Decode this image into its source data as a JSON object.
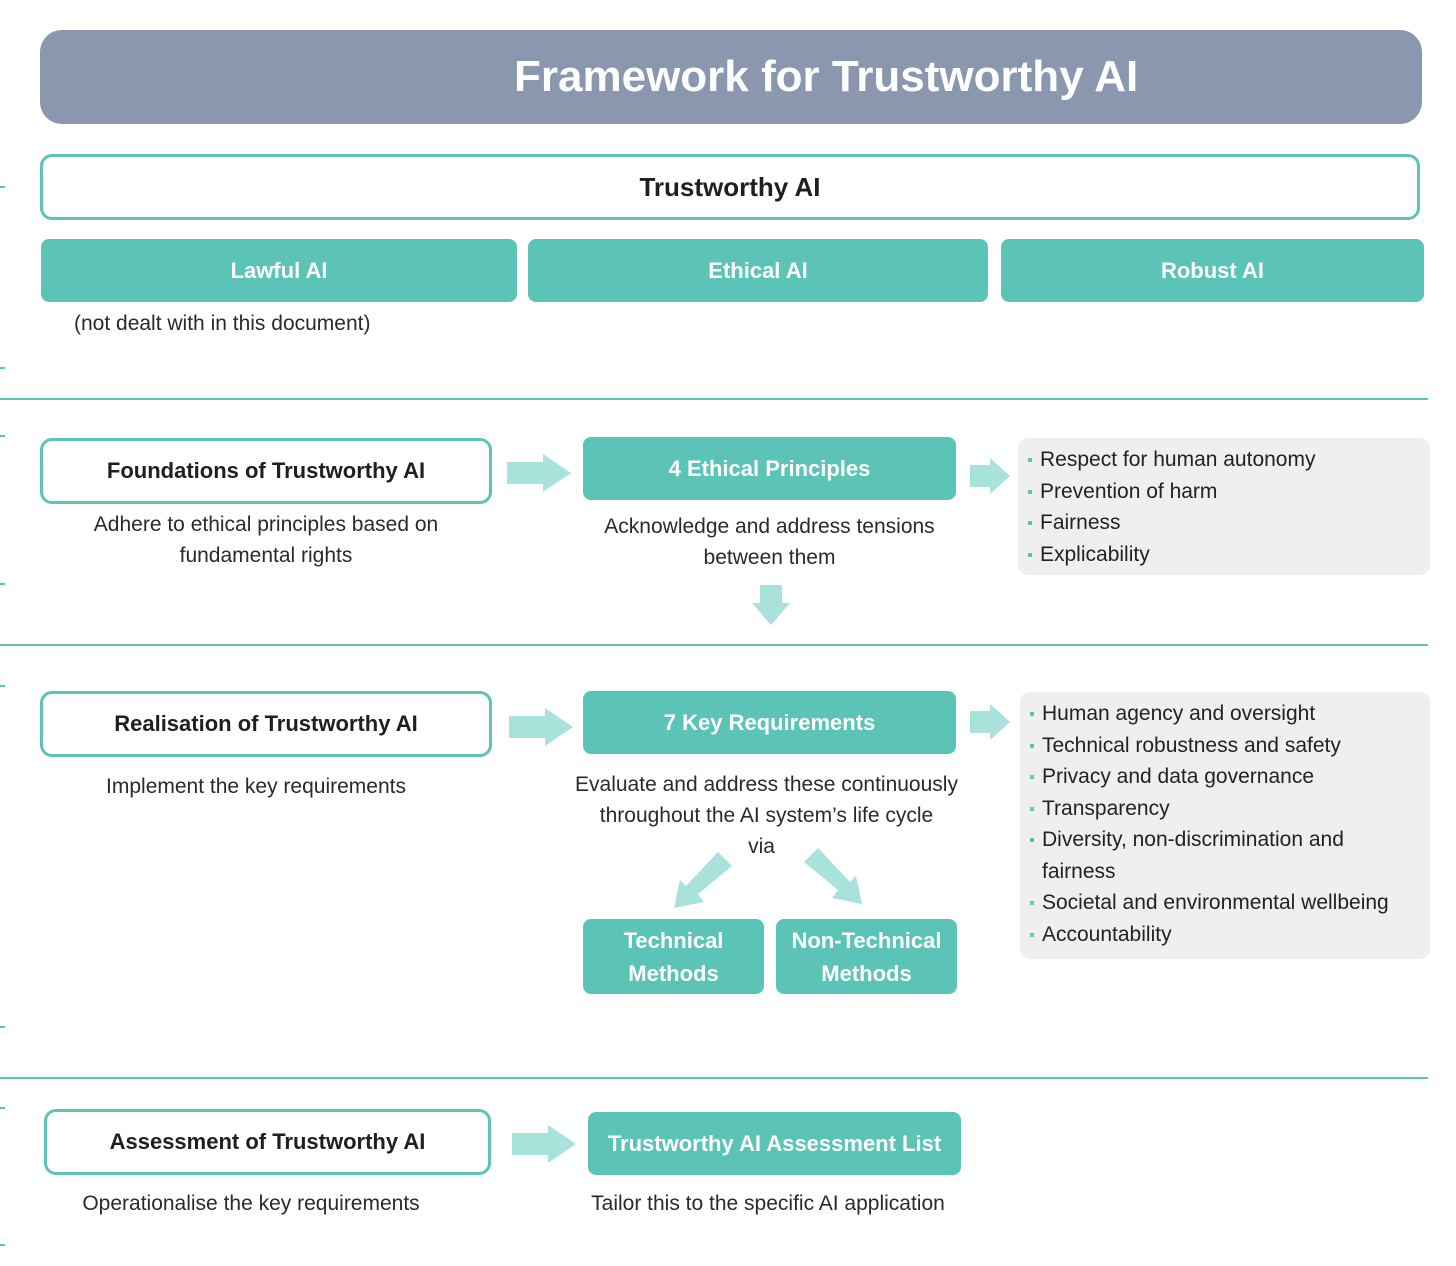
{
  "title": "Framework for Trustworthy AI",
  "top": {
    "trustworthy": "Trustworthy AI",
    "lawful": "Lawful AI",
    "ethical": "Ethical AI",
    "robust": "Robust AI",
    "lawful_note": "(not dealt with in this document)"
  },
  "foundations": {
    "box": "Foundations of Trustworthy AI",
    "caption_1": "Adhere to ethical principles based on",
    "caption_2": "fundamental rights",
    "center": "4 Ethical Principles",
    "center_caption_1": "Acknowledge and address tensions",
    "center_caption_2": "between them",
    "principles": [
      "Respect for human autonomy",
      "Prevention of harm",
      "Fairness",
      "Explicability"
    ]
  },
  "realisation": {
    "box": "Realisation of Trustworthy AI",
    "caption": "Implement the key requirements",
    "center": "7 Key Requirements",
    "center_caption_1": "Evaluate and address these continuously",
    "center_caption_2": "throughout the AI system’s life cycle",
    "center_caption_3": "via",
    "technical_1": "Technical",
    "technical_2": "Methods",
    "nontechnical_1": "Non-Technical",
    "nontechnical_2": "Methods",
    "requirements": [
      "Human agency and oversight",
      "Technical robustness and safety",
      "Privacy and data governance",
      "Transparency",
      "Diversity, non-discrimination and",
      "fairness",
      "Societal and environmental wellbeing",
      "Accountability"
    ]
  },
  "assessment": {
    "box": "Assessment of Trustworthy AI",
    "caption": "Operationalise the key requirements",
    "center": "Trustworthy AI Assessment List",
    "center_caption": "Tailor this to the specific AI application"
  },
  "colors": {
    "teal": "#5cc4b6",
    "arrow": "#a9e2da",
    "title_bar": "#8a97ae",
    "panel": "#efefef"
  }
}
